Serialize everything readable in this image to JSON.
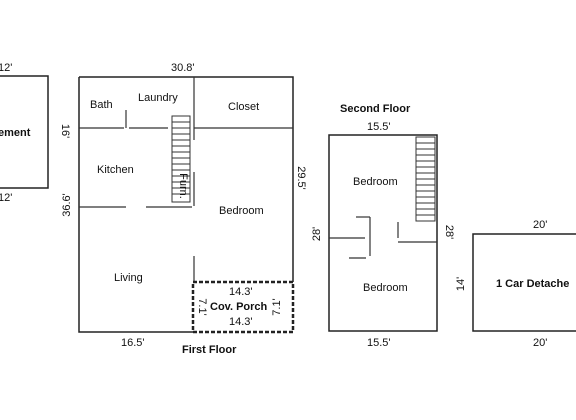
{
  "basement": {
    "room": "ement",
    "width_top": "12'",
    "width_bottom": "12'",
    "depth": "16'"
  },
  "first_floor": {
    "title": "First Floor",
    "width_top": "30.8'",
    "width_bottom": "16.5'",
    "depth_left": "36.6'",
    "depth_right": "29.5'",
    "rooms": {
      "bath": "Bath",
      "laundry": "Laundry",
      "closet": "Closet",
      "kitchen": "Kitchen",
      "bedroom": "Bedroom",
      "living": "Living",
      "furn": "Furn."
    },
    "porch": {
      "label": "Cov. Porch",
      "width_top": "14.3'",
      "width_bottom": "14.3'",
      "depth_left": "7.1'",
      "depth_right": "7.1'"
    }
  },
  "second_floor": {
    "title": "Second Floor",
    "width_top": "15.5'",
    "width_bottom": "15.5'",
    "depth_left": "28'",
    "depth_right": "28'",
    "rooms": {
      "bedroom_upper": "Bedroom",
      "bedroom_lower": "Bedroom"
    }
  },
  "garage": {
    "label": "1 Car Detache",
    "width_top": "20'",
    "width_bottom": "20'",
    "depth": "14'"
  }
}
